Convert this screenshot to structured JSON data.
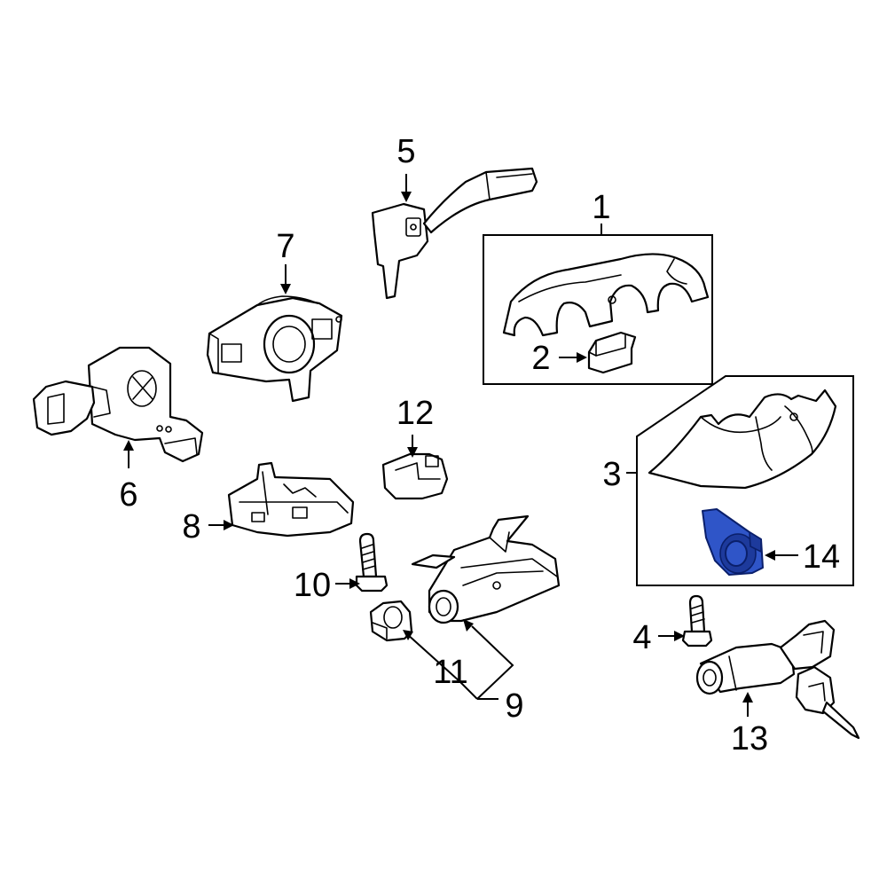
{
  "callouts": {
    "c1": "1",
    "c2": "2",
    "c3": "3",
    "c4": "4",
    "c5": "5",
    "c6": "6",
    "c7": "7",
    "c8": "8",
    "c9": "9",
    "c10": "10",
    "c11": "11",
    "c12": "12",
    "c13": "13",
    "c14": "14"
  },
  "highlighted_part": "14",
  "colors": {
    "highlight": "#2f55c8",
    "line": "#000000",
    "background": "#ffffff"
  }
}
